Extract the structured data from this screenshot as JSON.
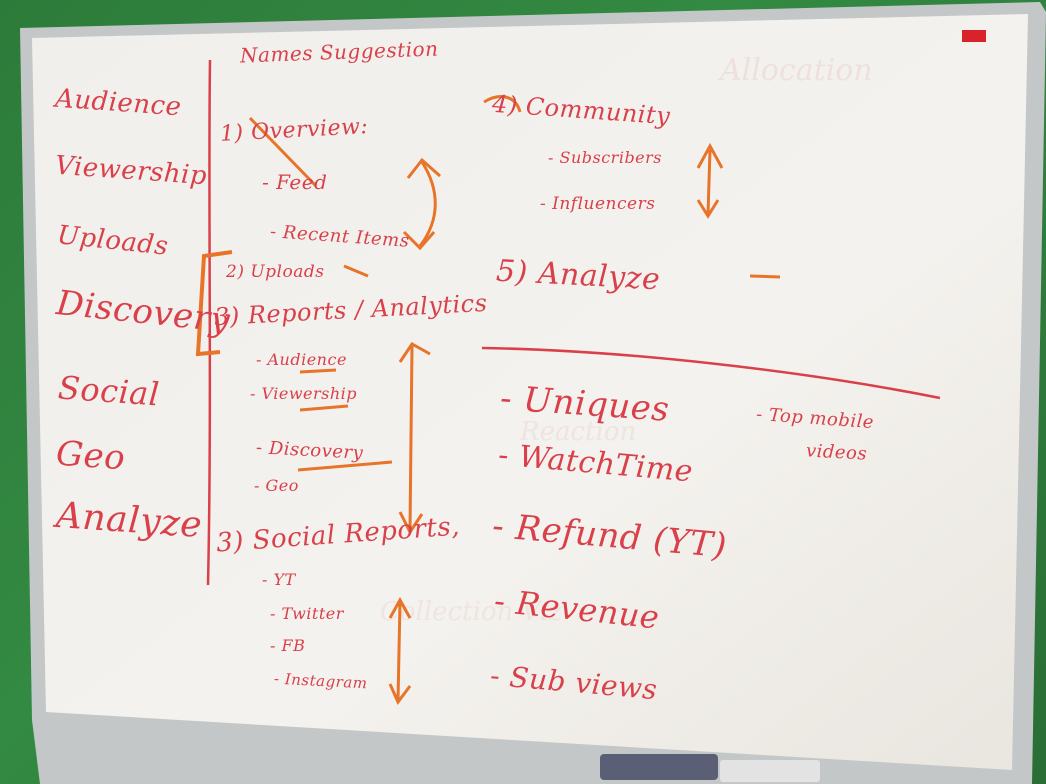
{
  "board": {
    "heading": "Names Suggestion",
    "left_list": [
      "Audience",
      "Viewership",
      "Uploads",
      "Discovery",
      "Social",
      "Geo",
      "Analyze"
    ],
    "middle": {
      "section1": {
        "title": "1) Overview:",
        "items": [
          "- Feed",
          "- Recent Items"
        ]
      },
      "section2": {
        "title": "2) Uploads"
      },
      "section3": {
        "title": "3) Reports / Analytics",
        "items": [
          "- Audience",
          "- Viewership",
          "- Discovery",
          "- Geo"
        ]
      },
      "section4": {
        "title": "3) Social Reports,",
        "items": [
          "- YT",
          "- Twitter",
          "- FB",
          "- Instagram"
        ]
      }
    },
    "right": {
      "section5": {
        "title": "4) Community",
        "items": [
          "- Subscribers",
          "- Influencers"
        ]
      },
      "section6": {
        "title": "5) Analyze"
      },
      "metrics": [
        "- Uniques",
        "- WatchTime",
        "- Refund (YT)",
        "- Revenue",
        "- Sub views"
      ],
      "side_note": [
        "- Top mobile",
        "videos"
      ]
    }
  },
  "colors": {
    "marker_red": "#d9404a",
    "marker_orange": "#e8742a",
    "board": "#f2efea",
    "wall": "#2f7a3c",
    "frame": "#b9bcbd"
  }
}
